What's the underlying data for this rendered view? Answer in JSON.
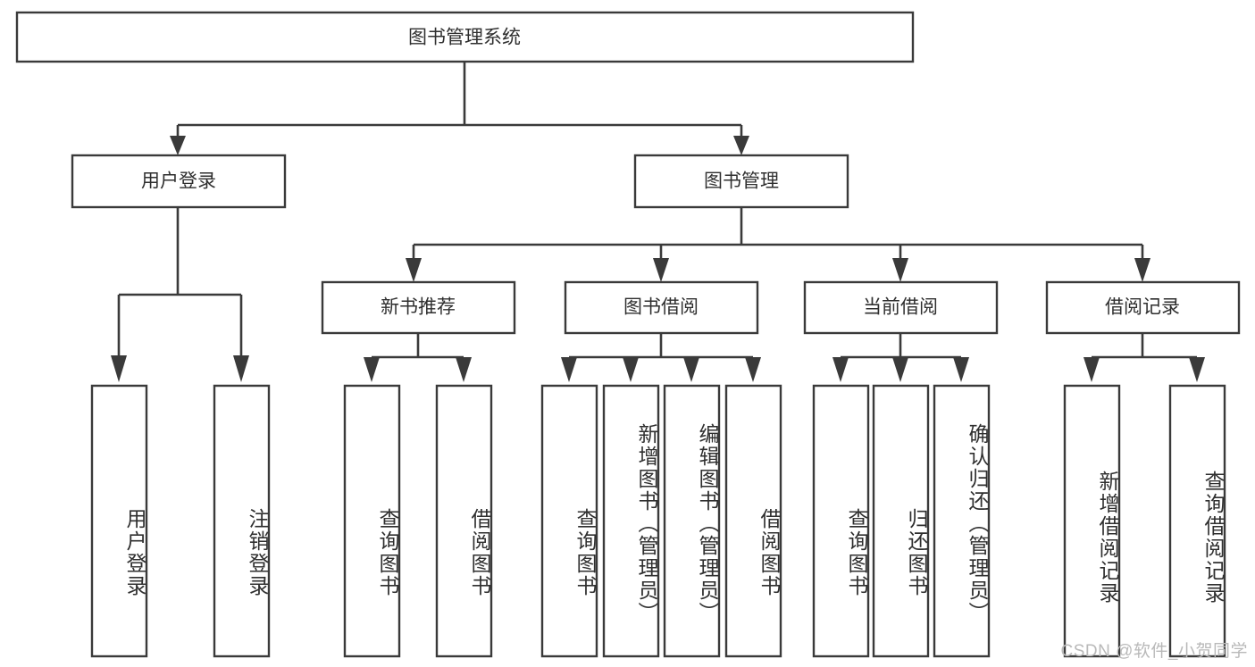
{
  "diagram": {
    "title": "图书管理系统",
    "type": "tree-hierarchy-functional-decomposition",
    "root": {
      "label": "图书管理系统"
    },
    "level2": [
      {
        "label": "用户登录"
      },
      {
        "label": "图书管理"
      }
    ],
    "level3": [
      {
        "label": "新书推荐"
      },
      {
        "label": "图书借阅"
      },
      {
        "label": "当前借阅"
      },
      {
        "label": "借阅记录"
      }
    ],
    "leaves": {
      "user_login": [
        {
          "label": "用户登录"
        },
        {
          "label": "注销登录"
        }
      ],
      "new_book_recommend": [
        {
          "label": "查询图书"
        },
        {
          "label": "借阅图书"
        }
      ],
      "book_borrow": [
        {
          "label": "查询图书"
        },
        {
          "label": "新增图书（管理员）"
        },
        {
          "label": "编辑图书（管理员）"
        },
        {
          "label": "借阅图书"
        }
      ],
      "current_borrow": [
        {
          "label": "查询图书"
        },
        {
          "label": "归还图书"
        },
        {
          "label": "确认归还（管理员）"
        }
      ],
      "borrow_records": [
        {
          "label": "新增借阅记录"
        },
        {
          "label": "查询借阅记录"
        }
      ]
    },
    "watermark": "CSDN @软件_小贺同学",
    "colors": {
      "stroke": "#3a3a3a",
      "box_fill": "#ffffff",
      "text": "#2f2f2f",
      "background": "#ffffff",
      "watermark": "#b9b9b9"
    }
  },
  "chart_data": {
    "type": "table",
    "title": "图书管理系统",
    "categories": [
      "用户登录",
      "图书管理"
    ],
    "series": [
      {
        "name": "用户登录",
        "values": [
          "用户登录",
          "注销登录"
        ]
      },
      {
        "name": "新书推荐",
        "values": [
          "查询图书",
          "借阅图书"
        ]
      },
      {
        "name": "图书借阅",
        "values": [
          "查询图书",
          "新增图书（管理员）",
          "编辑图书（管理员）",
          "借阅图书"
        ]
      },
      {
        "name": "当前借阅",
        "values": [
          "查询图书",
          "归还图书",
          "确认归还（管理员）"
        ]
      },
      {
        "name": "借阅记录",
        "values": [
          "新增借阅记录",
          "查询借阅记录"
        ]
      }
    ],
    "xlabel": "",
    "ylabel": "",
    "legend": "none",
    "grid": false
  }
}
